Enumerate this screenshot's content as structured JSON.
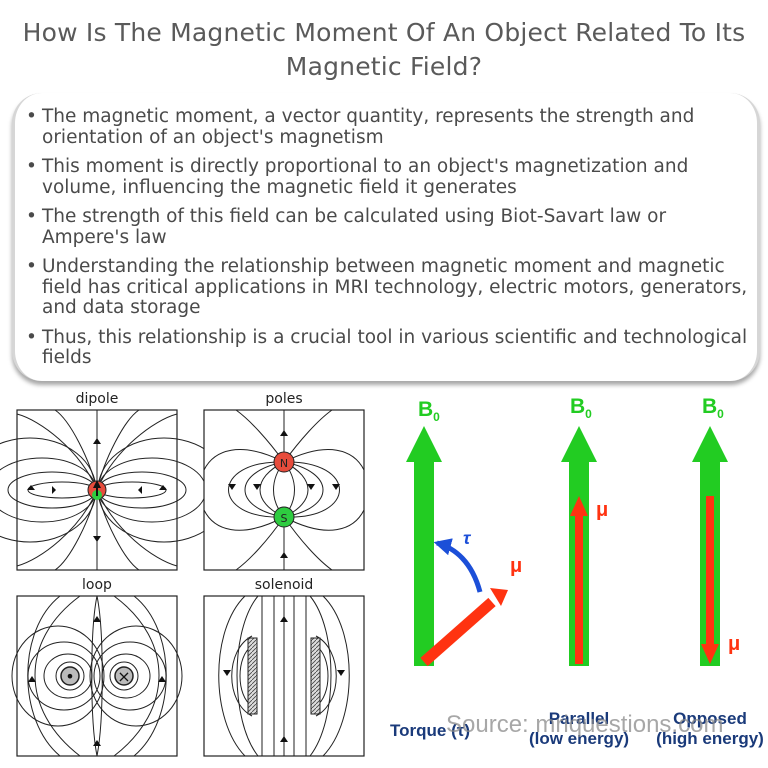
{
  "title": "How Is The Magnetic Moment Of An Object Related To Its Magnetic Field?",
  "bullets": [
    "The magnetic moment, a vector quantity, represents the strength and orientation of an object's magnetism",
    "This moment is directly proportional to an object's magnetization and volume, influencing the magnetic field it generates",
    "The strength of this field can be calculated using Biot-Savart law or Ampere's law",
    "Understanding the relationship between magnetic moment and magnetic field has critical applications in MRI technology, electric motors, generators, and data storage",
    "Thus, this relationship is a crucial tool in various scientific and technological fields"
  ],
  "field_panels": {
    "dipole": "dipole",
    "poles": "poles",
    "loop": "loop",
    "solenoid": "solenoid",
    "pole_north": "N",
    "pole_south": "S",
    "loop_dot": "•",
    "loop_cross": "×"
  },
  "mri": {
    "b0_symbol": "B",
    "b0_subscript": "0",
    "mu": "μ",
    "tau": "τ",
    "torque_caption": "Torque (τ)",
    "parallel_caption_line1": "Parallel",
    "parallel_caption_line2": "(low energy)",
    "opposed_caption_line1": "Opposed",
    "opposed_caption_line2": "(high energy)"
  },
  "watermark": "Source: mriquestions.com",
  "colors": {
    "green": "#22cc22",
    "red": "#ff3311",
    "blue": "#1c4fd8",
    "text": "#4a4a4a"
  }
}
